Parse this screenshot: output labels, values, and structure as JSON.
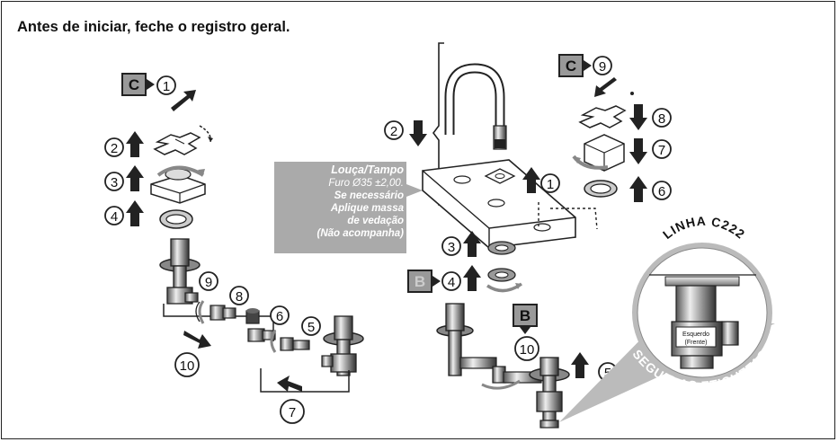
{
  "title": "Antes de iniciar, feche o registro geral.",
  "left": {
    "label_c": "C",
    "steps": [
      "1",
      "2",
      "3",
      "4",
      "5",
      "6",
      "7",
      "8",
      "9",
      "10"
    ]
  },
  "right": {
    "label_c": "C",
    "label_b": "B",
    "label_b2": "B",
    "steps": [
      "1",
      "2",
      "3",
      "4",
      "5",
      "6",
      "7",
      "8",
      "9",
      "10"
    ]
  },
  "callout": {
    "line1": "Louça/Tampo",
    "line2": "Furo Ø35 ±2,00.",
    "line3": "Se necessário",
    "line4": "Aplique massa",
    "line5": "de vedação",
    "line6": "(Não acompanha)"
  },
  "badge": {
    "top": "LINHA C222",
    "bottom": "SEGUIR AS ETIQUETAS",
    "tag1": "Esquerdo",
    "tag2": "(Frente)"
  }
}
